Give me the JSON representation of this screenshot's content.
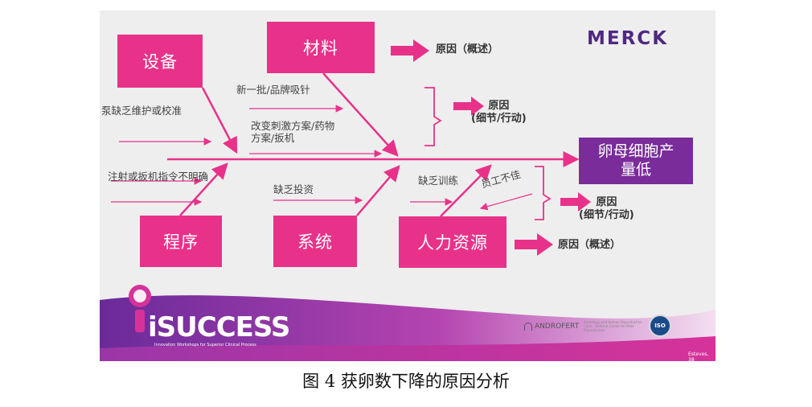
{
  "brand": {
    "merck": "MERCK"
  },
  "categories": {
    "equipment": "设备",
    "materials": "材料",
    "procedures": "程序",
    "systems": "系统",
    "human_resources": "人力资源"
  },
  "effect": {
    "line1": "卵母细胞产",
    "line2": "量低"
  },
  "labels": {
    "pump": "泵缺乏维护或校准",
    "new_batch": "新一批/品牌吸针",
    "change1": "改变刺激方案/药物",
    "change2": "方案/扳机",
    "injection": "注射或扳机指令不明确",
    "investment": "缺乏投资",
    "training": "缺乏训练",
    "staff": "员工不佳"
  },
  "causes": {
    "summary": "原因（概述）",
    "detail_line1": "原因",
    "detail_line2": "(细节/行动)"
  },
  "footer": {
    "logo": "iSUCCESS",
    "tagline": "Innovation Workshops for Superior Clinical Process",
    "androfert": "ANDROFERT",
    "androfert_sub": "Andrology and Human Reproduction Clinic · Referral Center for Male Reproduction",
    "iso": "ISO",
    "note": "Esteves, 38"
  },
  "caption": "图 4  获卵数下降的原因分析",
  "colors": {
    "pink": "#e8328a",
    "purple": "#7a2c9a",
    "slide_bg": "#eeeeee"
  }
}
